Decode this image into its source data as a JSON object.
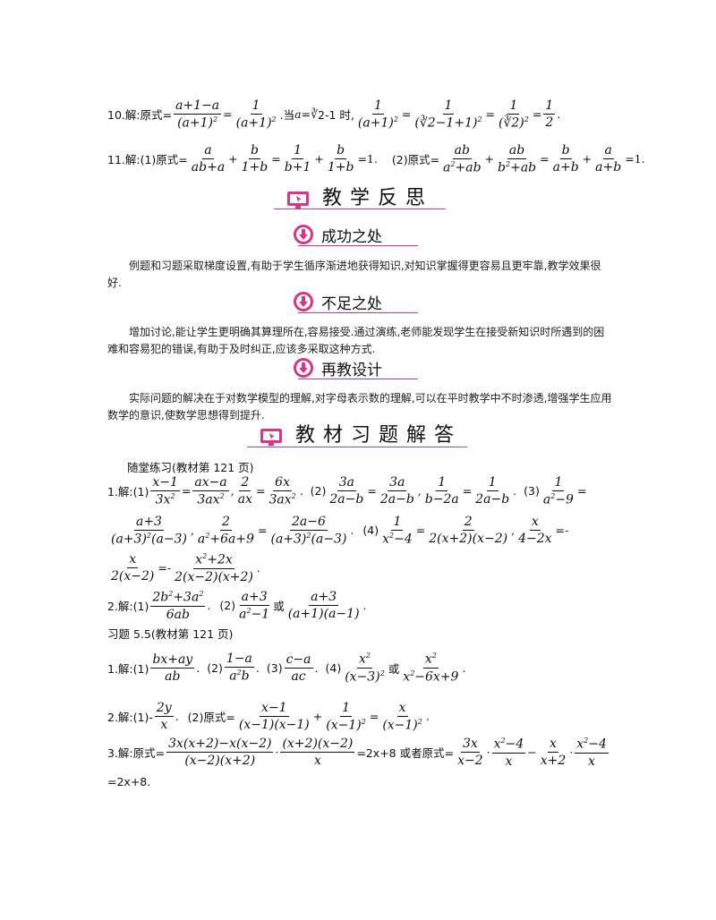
{
  "accent_color": "#d9338a",
  "solutions": {
    "q10": {
      "label": "10.解:原式=",
      "t1": "=",
      "t2": ".当 ",
      "t3": "a=",
      "t4": "2-1 时,",
      "t5": "=",
      "t6": "=",
      "t7": "=",
      "end": "."
    },
    "q11": {
      "label": "11.解:(1)原式=",
      "t1": "=1.",
      "part2": "(2)原式=",
      "t2": "=1."
    }
  },
  "sections": {
    "reflection": {
      "title": "教学反思",
      "icon": "monitor-icon"
    },
    "success": {
      "title": "成功之处",
      "icon": "download-arrow-icon",
      "text": "例题和习题采取梯度设置,有助于学生循序渐进地获得知识,对知识掌握得更容易且更牢靠,教学效果很好."
    },
    "shortfall": {
      "title": "不足之处",
      "icon": "download-arrow-icon",
      "text": "增加讨论,能让学生更明确其算理所在,容易接受.通过演练,老师能发现学生在接受新知识时所遇到的困难和容易犯的错误,有助于及时纠正,应该多采取这种方式."
    },
    "redesign": {
      "title": "再教设计",
      "icon": "download-arrow-icon",
      "text": "实际问题的解决在于对数学模型的理解,对字母表示数的理解,可以在平时教学中不时渗透,增强学生应用数学的意识,使数学思想得到提升."
    },
    "textbook": {
      "title": "教材习题解答",
      "icon": "monitor-icon"
    }
  },
  "practice": {
    "heading": "随堂练习(教材第 121 页)",
    "q1_label": "1.解:(1)",
    "q2_label": "2.解:(1)",
    "q2_mid": "(2)",
    "q2_or": "或"
  },
  "exercise": {
    "heading": "习题 5.5(教材第 121 页)",
    "q1_label": "1.解:(1)",
    "q1_p2": "(2)",
    "q1_p3": "(3)",
    "q1_p4": "(4)",
    "q1_or": "或",
    "q2_label": "2.解:(1)-",
    "q2_p2": "(2)原式=",
    "q3_label": "3.解:原式=",
    "q3_mid": "=2x+8 或者原式=",
    "q3_end": "=2x+8."
  }
}
